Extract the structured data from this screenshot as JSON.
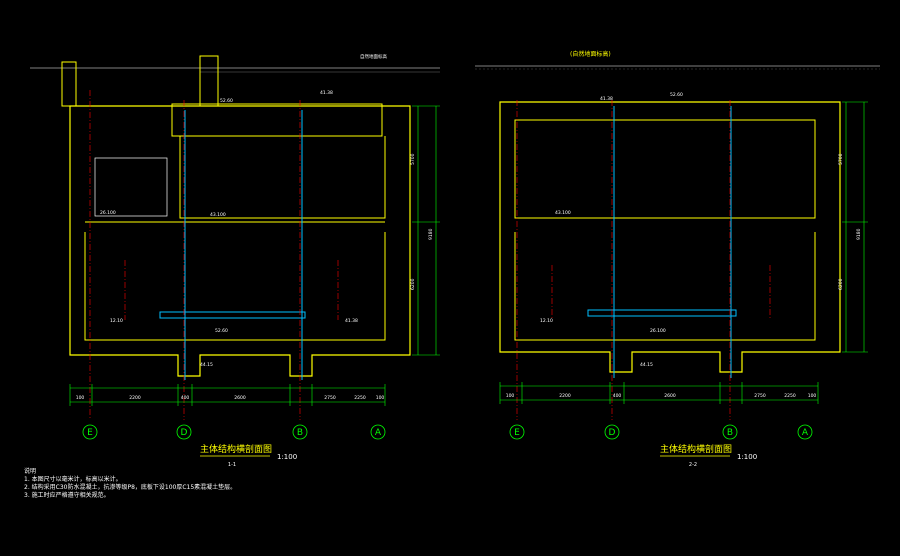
{
  "colors": {
    "background": "#000000",
    "wall": "#ffff00",
    "dimension": "#00ff00",
    "axis_circle": "#00ff00",
    "centerline": "#ff0000",
    "pipe": "#00bfff",
    "text": "#ffffff"
  },
  "left": {
    "title": "主体结构横剖面图",
    "scale": "1:100",
    "section": "1-1",
    "axes": [
      "E",
      "D",
      "B",
      "A"
    ],
    "dims_bottom": [
      "100",
      "2200",
      "2600",
      "400",
      "2750",
      "2250",
      "100"
    ],
    "dims_right": [
      "5700",
      "9180",
      "6200"
    ],
    "labels": [
      "52.60",
      "41.38",
      "43.100",
      "26.100",
      "52.60",
      "41.38",
      "12.10",
      "44.15"
    ],
    "ground_label": "自然地面标高"
  },
  "right": {
    "title": "主体结构横剖面图",
    "scale": "1:100",
    "section": "2-2",
    "axes": [
      "E",
      "D",
      "B",
      "A"
    ],
    "dims_bottom": [
      "100",
      "2200",
      "2600",
      "400",
      "2750",
      "2250",
      "100"
    ],
    "dims_right": [
      "5700",
      "9180",
      "6200"
    ],
    "ground_label": "(自然地面标高)",
    "labels": [
      "52.60",
      "41.38",
      "43.100",
      "26.100",
      "12.10",
      "44.15"
    ]
  },
  "notes": {
    "heading": "说明",
    "lines": [
      "1. 本图尺寸以毫米计，标高以米计。",
      "2. 结构采用C30防水混凝土，抗渗等级P8，底板下设100厚C15素混凝土垫层。",
      "3. 施工时应严格遵守相关规范。"
    ]
  }
}
